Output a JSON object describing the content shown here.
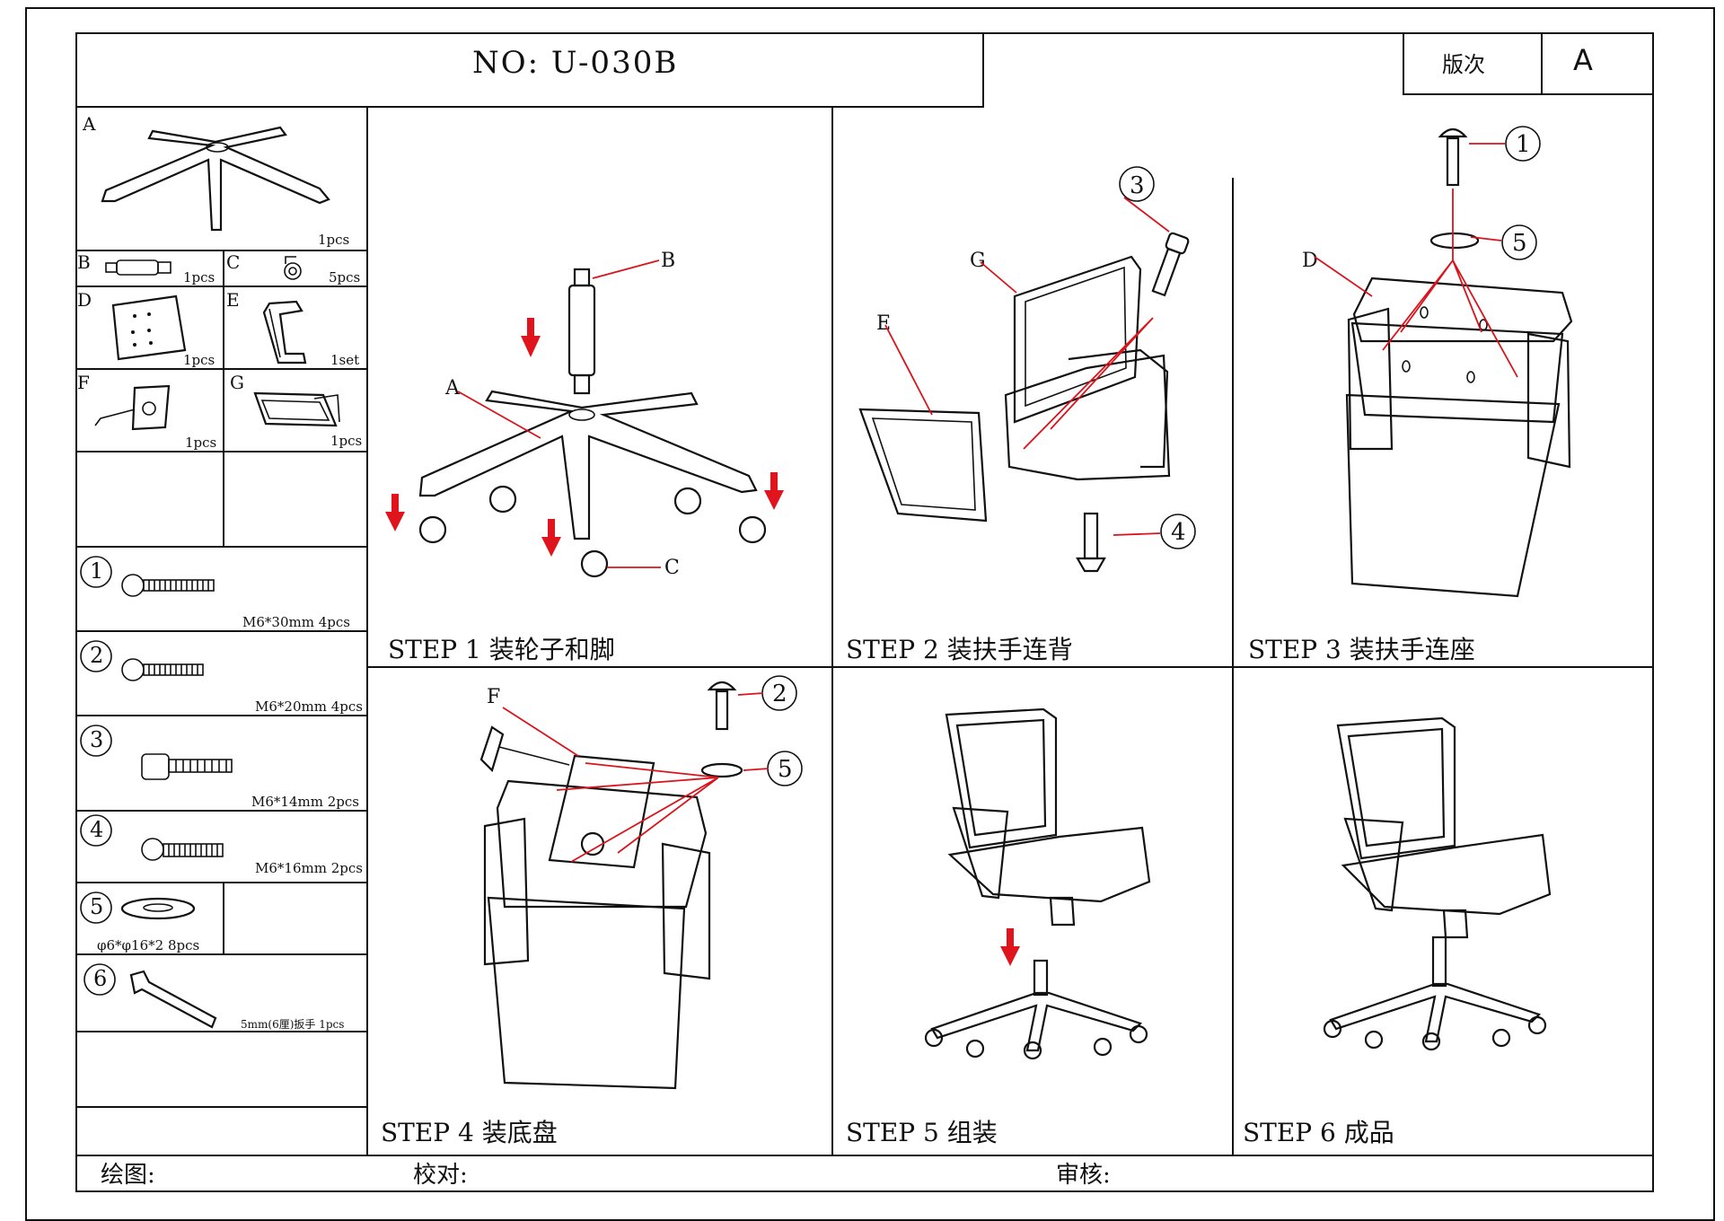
{
  "header": {
    "doc_number": "NO:  U-030B",
    "version_label": "版次",
    "version_value": "A"
  },
  "parts": [
    {
      "id": "A",
      "qty": "1pcs"
    },
    {
      "id": "B",
      "qty": "1pcs"
    },
    {
      "id": "C",
      "qty": "5pcs"
    },
    {
      "id": "D",
      "qty": "1pcs"
    },
    {
      "id": "E",
      "qty": "1set"
    },
    {
      "id": "F",
      "qty": "1pcs"
    },
    {
      "id": "G",
      "qty": "1pcs"
    }
  ],
  "hardware": [
    {
      "num": "1",
      "spec": "M6*30mm   4pcs"
    },
    {
      "num": "2",
      "spec": "M6*20mm   4pcs"
    },
    {
      "num": "3",
      "spec": "M6*14mm   2pcs"
    },
    {
      "num": "4",
      "spec": "M6*16mm   2pcs"
    },
    {
      "num": "5",
      "spec": "φ6*φ16*2  8pcs"
    },
    {
      "num": "6",
      "spec": "5mm(6厘)扳手   1pcs"
    }
  ],
  "steps": [
    {
      "label": "STEP  1  装轮子和脚"
    },
    {
      "label": "STEP  2  装扶手连背"
    },
    {
      "label": "STEP  3  装扶手连座"
    },
    {
      "label": "STEP  4  装底盘"
    },
    {
      "label": "STEP  5  组装"
    },
    {
      "label": "STEP  6  成品"
    }
  ],
  "callouts": {
    "s1_B": "B",
    "s1_A": "A",
    "s1_C": "C",
    "s2_G": "G",
    "s2_E": "E",
    "s2_3": "3",
    "s2_4": "4",
    "s3_D": "D",
    "s3_1": "1",
    "s3_5": "5",
    "s4_F": "F",
    "s4_2": "2",
    "s4_5": "5"
  },
  "footer": {
    "drawn_label": "绘图:",
    "checked_label": "校对:",
    "approved_label": "审核:"
  }
}
